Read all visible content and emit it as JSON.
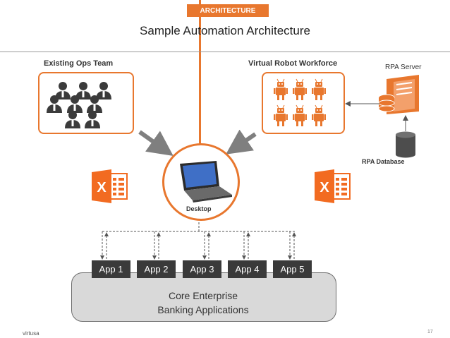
{
  "header": {
    "tab_label": "ARCHITECTURE",
    "title": "Sample Automation Architecture"
  },
  "groups": {
    "ops_team": "Existing Ops Team",
    "robot_workforce": "Virtual Robot Workforce",
    "rpa_server": "RPA Server",
    "rpa_database": "RPA Database",
    "desktop": "Desktop"
  },
  "apps": [
    "App 1",
    "App 2",
    "App 3",
    "App 4",
    "App 5"
  ],
  "core": {
    "line1": "Core Enterprise",
    "line2": "Banking Applications"
  },
  "footer": {
    "logo": "virtusa",
    "page_number": "17"
  },
  "colors": {
    "accent": "#e8772e",
    "gray": "#7f7f7f",
    "excel": "#f26b21"
  },
  "icons": [
    "person-icon",
    "robot-icon",
    "server-icon",
    "database-icon",
    "laptop-icon",
    "excel-icon"
  ]
}
